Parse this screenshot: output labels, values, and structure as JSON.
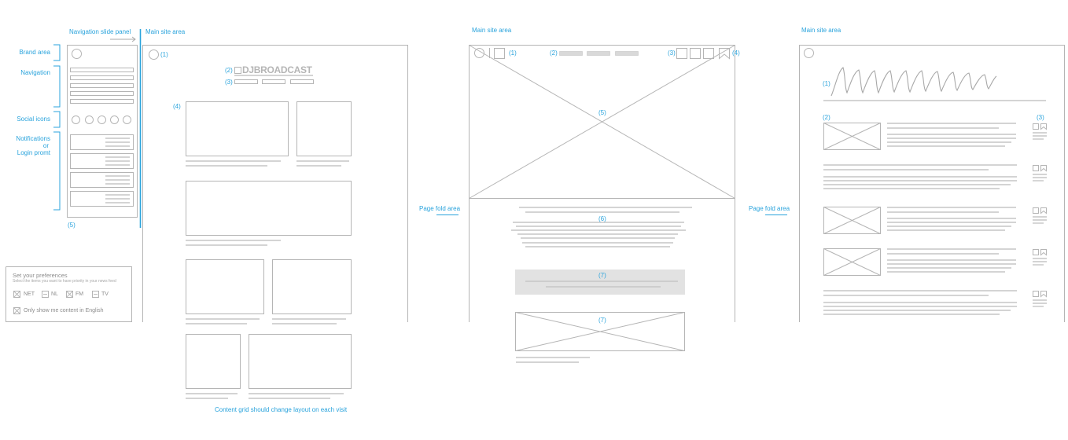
{
  "annotations": {
    "nav_slide_panel": "Navigation slide panel",
    "main_site_area": "Main site area",
    "brand_area": "Brand area",
    "navigation": "Navigation",
    "social_icons": "Social icons",
    "notifications_line1": "Notifications",
    "notifications_line2": "or",
    "notifications_line3": "Login promt",
    "content_grid_note": "Content grid should change layout on each visit",
    "page_fold_area": "Page fold area"
  },
  "markers": {
    "n1": "(1)",
    "n2": "(2)",
    "n3": "(3)",
    "n4": "(4)",
    "n5": "(5)",
    "n6": "(6)",
    "n7": "(7)"
  },
  "logo_text": "DJBROADCAST",
  "preferences": {
    "title": "Set your preferences",
    "subtitle": "Select the items you want to have priority in your news feed",
    "options": [
      "NET",
      "NL",
      "FM",
      "TV"
    ],
    "english_only": "Only show me content in English"
  },
  "colors": {
    "accent": "#29a3dc",
    "wire": "#b5b5b5",
    "fill": "#e2e2e2"
  }
}
